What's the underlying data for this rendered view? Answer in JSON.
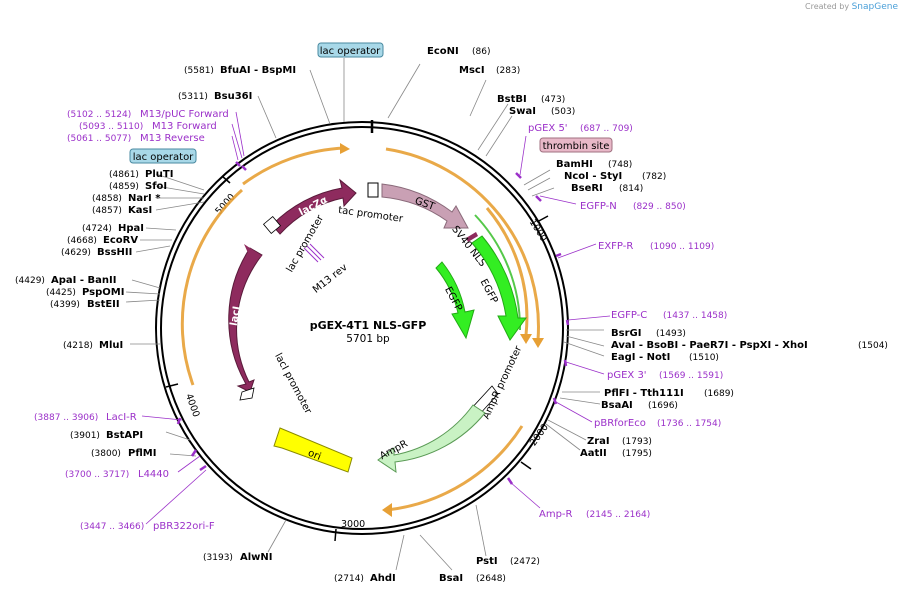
{
  "watermark": {
    "created_by": "Created by",
    "brand": "SnapGene"
  },
  "plasmid": {
    "name": "pGEX-4T1 NLS-GFP",
    "size": "5701 bp"
  },
  "ticks": [
    "1000",
    "2000",
    "3000",
    "4000",
    "5000"
  ],
  "features": {
    "lacZa": "lacZα",
    "tac_promoter": "tac promoter",
    "gst": "GST",
    "sv40_nls": "SV40 NLS",
    "egfp_outer": "EGFP",
    "egfp_inner": "EGFP",
    "laci_promoter_top": "lac promoter",
    "laci": "lacI",
    "laci_promoter": "lacI promoter",
    "m13rev": "M13 rev",
    "ampr_promoter": "AmpR promoter",
    "ampr": "AmpR",
    "ori": "ori"
  },
  "boxes": {
    "lac_operator_top": "lac operator",
    "lac_operator_left": "lac operator",
    "thrombin": "thrombin site"
  },
  "enzymes": {
    "econi": {
      "name": "EcoNI",
      "pos": "(86)"
    },
    "msci": {
      "name": "MscI",
      "pos": "(283)"
    },
    "bstbi": {
      "name": "BstBI",
      "pos": "(473)"
    },
    "swai": {
      "name": "SwaI",
      "pos": "(503)"
    },
    "bamhi": {
      "name": "BamHI",
      "pos": "(748)"
    },
    "ncoi": {
      "name": "NcoI  - StyI",
      "pos": "(782)"
    },
    "bseri": {
      "name": "BseRI",
      "pos": "(814)"
    },
    "bsrgi": {
      "name": "BsrGI",
      "pos": "(1493)"
    },
    "avai": {
      "name": "AvaI  - BsoBI  - PaeR7I  - PspXI  - XhoI",
      "pos": "(1504)"
    },
    "eagi": {
      "name": "EagI  - NotI",
      "pos": "(1510)"
    },
    "pflfi": {
      "name": "PflFI  - Tth111I",
      "pos": "(1689)"
    },
    "bsaai": {
      "name": "BsaAI",
      "pos": "(1696)"
    },
    "zrai": {
      "name": "ZraI",
      "pos": "(1793)"
    },
    "aatii": {
      "name": "AatII",
      "pos": "(1795)"
    },
    "psti": {
      "name": "PstI",
      "pos": "(2472)"
    },
    "bsai": {
      "name": "BsaI",
      "pos": "(2648)"
    },
    "ahdi": {
      "name": "AhdI",
      "pos": "(2714)"
    },
    "alwni": {
      "name": "AlwNI",
      "pos": "(3193)"
    },
    "pflmi": {
      "name": "PflMI",
      "pos": "(3800)"
    },
    "bstapi": {
      "name": "BstAPI",
      "pos": "(3901)"
    },
    "mlui": {
      "name": "MluI",
      "pos": "(4218)"
    },
    "bsteii": {
      "name": "BstEII",
      "pos": "(4399)"
    },
    "pspomi": {
      "name": "PspOMI",
      "pos": "(4425)"
    },
    "apai": {
      "name": "ApaI  - BanII",
      "pos": "(4429)"
    },
    "bsshii": {
      "name": "BssHII",
      "pos": "(4629)"
    },
    "ecorv": {
      "name": "EcoRV",
      "pos": "(4668)"
    },
    "hpai": {
      "name": "HpaI",
      "pos": "(4724)"
    },
    "kasi": {
      "name": "KasI",
      "pos": "(4857)"
    },
    "nari": {
      "name": "NarI *",
      "pos": "(4858)"
    },
    "sfoi": {
      "name": "SfoI",
      "pos": "(4859)"
    },
    "plutI": {
      "name": "PluTI",
      "pos": "(4861)"
    },
    "bsu36i": {
      "name": "Bsu36I",
      "pos": "(5311)"
    },
    "bfuai": {
      "name": "BfuAI  - BspMI",
      "pos": "(5581)"
    }
  },
  "primers": {
    "pgex5": {
      "name": "pGEX 5'",
      "pos": "(687 .. 709)"
    },
    "egfpn": {
      "name": "EGFP-N",
      "pos": "(829 .. 850)"
    },
    "exfpr": {
      "name": "EXFP-R",
      "pos": "(1090 .. 1109)"
    },
    "egfpc": {
      "name": "EGFP-C",
      "pos": "(1437 .. 1458)"
    },
    "pgex3": {
      "name": "pGEX 3'",
      "pos": "(1569 .. 1591)"
    },
    "pbrfor": {
      "name": "pBRforEco",
      "pos": "(1736 .. 1754)"
    },
    "ampr": {
      "name": "Amp-R",
      "pos": "(2145 .. 2164)"
    },
    "pbr322": {
      "name": "pBR322ori-F",
      "pos": "(3447 .. 3466)"
    },
    "l4440": {
      "name": "L4440",
      "pos": "(3700 .. 3717)"
    },
    "lacir": {
      "name": "LacI-R",
      "pos": "(3887 .. 3906)"
    },
    "m13rev": {
      "name": "M13 Reverse",
      "pos": "(5061 .. 5077)"
    },
    "m13fwd": {
      "name": "M13 Forward",
      "pos": "(5093 .. 5110)"
    },
    "m13puc": {
      "name": "M13/pUC Forward",
      "pos": "(5102 .. 5124)"
    }
  },
  "colors": {
    "purple": "#9b30c9",
    "laci": "#8e2b5e",
    "gst": "#c9a0b4",
    "egfp": "#33ee22",
    "ampr": "#c9f2c4",
    "ori": "#ffff00",
    "orf_stroke": "#f0a830",
    "lac_operator_box": "#a8d8e8",
    "thrombin_box": "#e8b8c8"
  }
}
